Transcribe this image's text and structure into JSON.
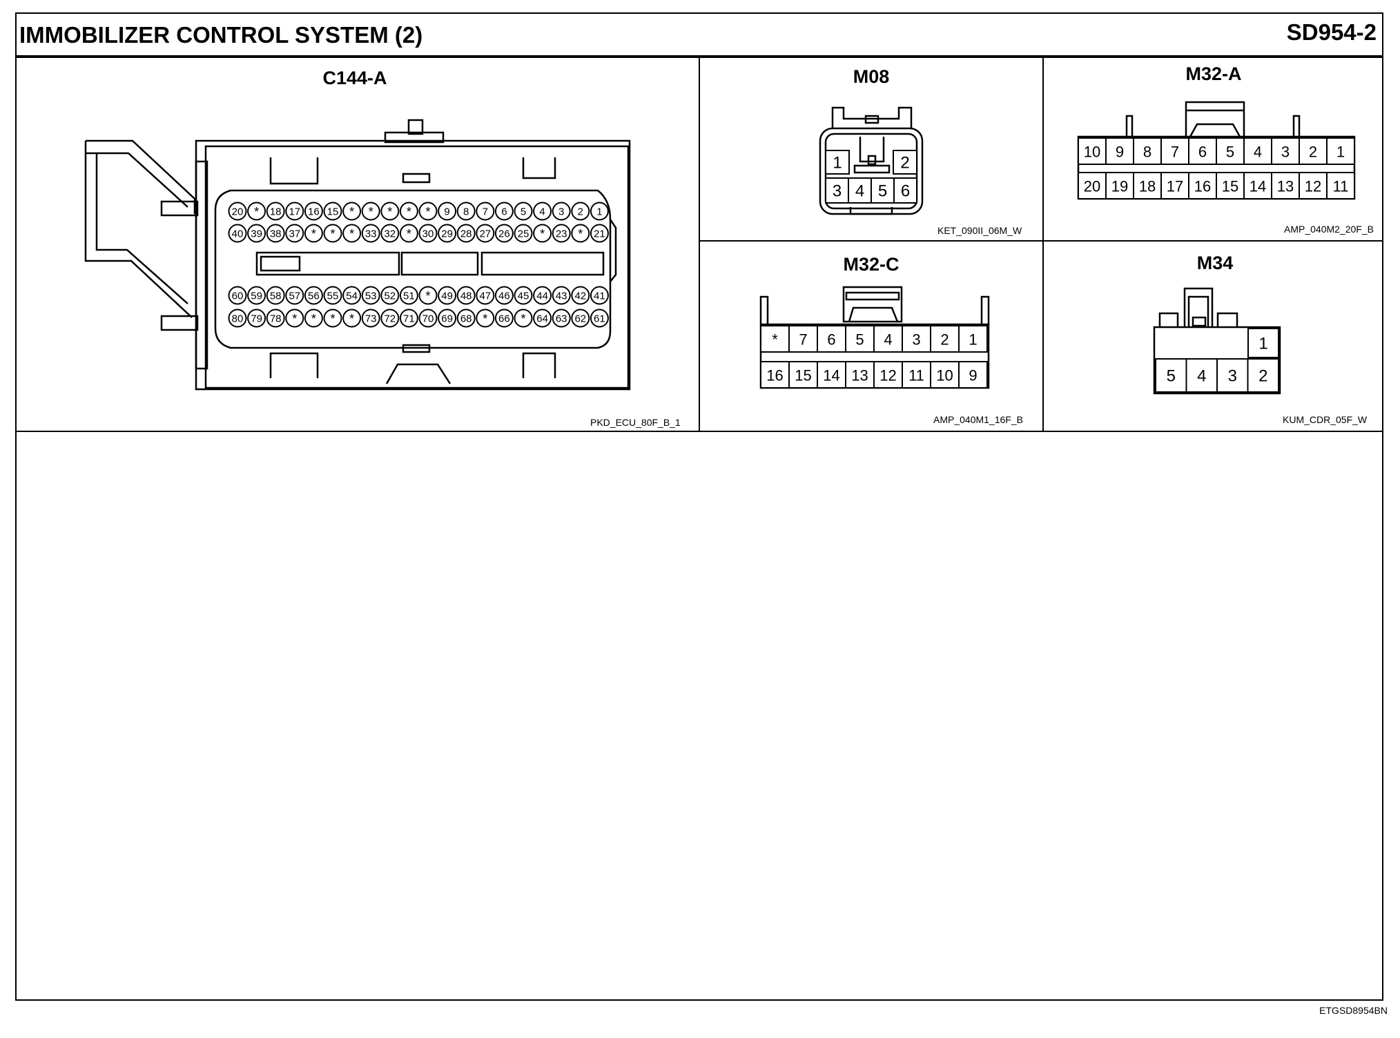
{
  "header": {
    "title": "IMMOBILIZER CONTROL SYSTEM (2)",
    "code": "SD954-2"
  },
  "footer": {
    "code": "ETGSD8954BN"
  },
  "connectors": {
    "c144a": {
      "name": "C144-A",
      "part": "PKD_ECU_80F_B_1",
      "rows": [
        [
          "20",
          "*",
          "18",
          "17",
          "16",
          "15",
          "*",
          "*",
          "*",
          "*",
          "*",
          "9",
          "8",
          "7",
          "6",
          "5",
          "4",
          "3",
          "2",
          "1"
        ],
        [
          "40",
          "39",
          "38",
          "37",
          "*",
          "*",
          "*",
          "33",
          "32",
          "*",
          "30",
          "29",
          "28",
          "27",
          "26",
          "25",
          "*",
          "23",
          "*",
          "21"
        ],
        [
          "60",
          "59",
          "58",
          "57",
          "56",
          "55",
          "54",
          "53",
          "52",
          "51",
          "*",
          "49",
          "48",
          "47",
          "46",
          "45",
          "44",
          "43",
          "42",
          "41"
        ],
        [
          "80",
          "79",
          "78",
          "*",
          "*",
          "*",
          "*",
          "73",
          "72",
          "71",
          "70",
          "69",
          "68",
          "*",
          "66",
          "*",
          "64",
          "63",
          "62",
          "61"
        ]
      ]
    },
    "m08": {
      "name": "M08",
      "part": "KET_090II_06M_W",
      "top": [
        "1",
        "2"
      ],
      "bottom": [
        "3",
        "4",
        "5",
        "6"
      ]
    },
    "m32a": {
      "name": "M32-A",
      "part": "AMP_040M2_20F_B",
      "top": [
        "10",
        "9",
        "8",
        "7",
        "6",
        "5",
        "4",
        "3",
        "2",
        "1"
      ],
      "bottom": [
        "20",
        "19",
        "18",
        "17",
        "16",
        "15",
        "14",
        "13",
        "12",
        "11"
      ]
    },
    "m32c": {
      "name": "M32-C",
      "part": "AMP_040M1_16F_B",
      "top": [
        "*",
        "7",
        "6",
        "5",
        "4",
        "3",
        "2",
        "1"
      ],
      "bottom": [
        "16",
        "15",
        "14",
        "13",
        "12",
        "11",
        "10",
        "9"
      ]
    },
    "m34": {
      "name": "M34",
      "part": "KUM_CDR_05F_W",
      "top": [
        "1"
      ],
      "bottom": [
        "5",
        "4",
        "3",
        "2"
      ]
    }
  }
}
